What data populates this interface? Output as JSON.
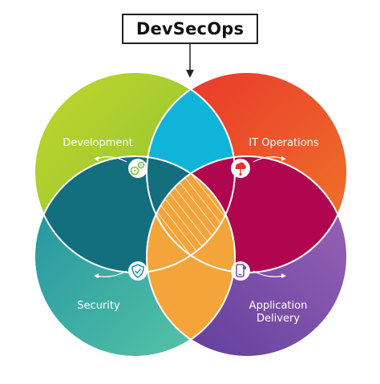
{
  "diagram": {
    "title": "DevSecOps",
    "quadrants": [
      {
        "id": "development",
        "label": "Development",
        "color_start": "#c2d62a",
        "color_end": "#7fbf3a",
        "icon": "gears-icon"
      },
      {
        "id": "it-operations",
        "label": "IT Operations",
        "color_start": "#e8322c",
        "color_end": "#f07a28",
        "icon": "cloud-network-icon"
      },
      {
        "id": "security",
        "label": "Security",
        "color_start": "#1d8fa0",
        "color_end": "#5cc9a7",
        "icon": "shield-check-icon"
      },
      {
        "id": "application-delivery",
        "label": "Application Delivery",
        "label_lines": [
          "Application",
          "Delivery"
        ],
        "color_start": "#5a3a9a",
        "color_end": "#a067b8",
        "icon": "mobile-app-icon"
      }
    ],
    "overlaps": {
      "top": "#10b4d8",
      "left": "#136e7e",
      "right": "#b0064f",
      "bottom": "#f3a43a",
      "center": "#f5a339"
    }
  }
}
